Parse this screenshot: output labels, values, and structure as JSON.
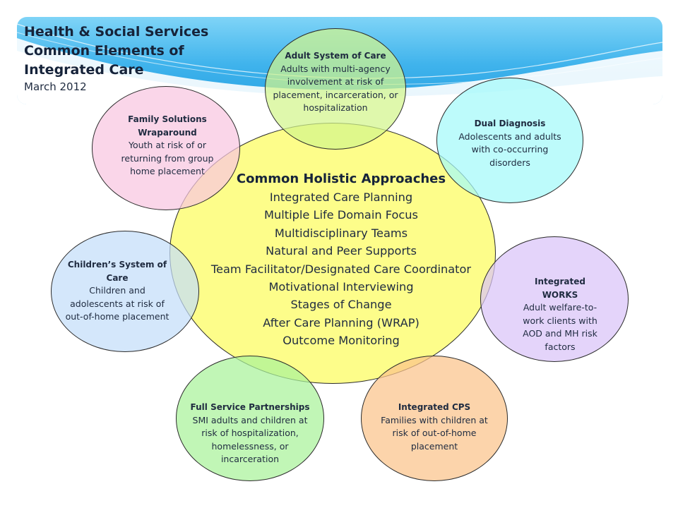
{
  "header": {
    "title_lines": [
      "Health & Social Services",
      "Common Elements of",
      "Integrated Care"
    ],
    "date": "March 2012"
  },
  "center": {
    "title": "Common Holistic Approaches",
    "items": [
      "Integrated Care Planning",
      "Multiple Life Domain Focus",
      "Multidisciplinary Teams",
      "Natural and Peer Supports",
      "Team Facilitator/Designated Care Coordinator",
      "Motivational Interviewing",
      "Stages of Change",
      "After Care Planning (WRAP)",
      "Outcome Monitoring"
    ],
    "color": "#fdfd8a"
  },
  "ovals": {
    "adult": {
      "title": "Adult System of Care",
      "body": "Adults with multi-agency involvement at risk of placement, incarceration, or hospitalization",
      "color": "#d3f58c"
    },
    "dual": {
      "title": "Dual Diagnosis",
      "body": "Adolescents and adults with co-occurring disorders",
      "color": "#a3fafa"
    },
    "works": {
      "title": "Integrated WORKS",
      "body": "Adult welfare-to-work clients with AOD and MH risk factors",
      "color": "#d9c3f8"
    },
    "cps": {
      "title": "Integrated CPS",
      "body": "Families with children at risk of out-of-home placement",
      "color": "#fbc48a"
    },
    "fsp": {
      "title": "Full Service Partnerships",
      "body": "SMI adults and children at risk of hospitalization, homelessness, or incarceration",
      "color": "#a9f29a"
    },
    "children": {
      "title": "Children’s System of Care",
      "body": "Children and adolescents at risk of out-of-home placement",
      "color": "#c4defa"
    },
    "family": {
      "title": "Family Solutions Wraparound",
      "body": "Youth at risk of or returning from group home placement",
      "color": "#f8c6e1"
    }
  }
}
